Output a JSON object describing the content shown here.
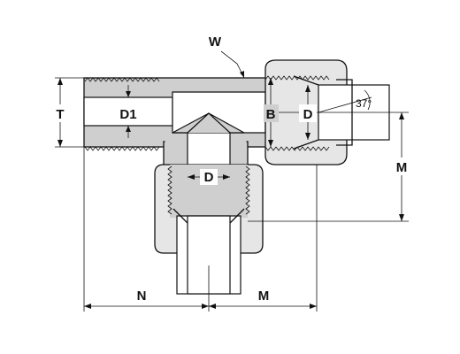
{
  "labels": {
    "w": "W",
    "t": "T",
    "d1": "D1",
    "b": "B",
    "d_run": "D",
    "d_branch": "D",
    "angle": "37°",
    "m_right": "M",
    "n": "N",
    "m_bottom": "M"
  },
  "colors": {
    "body_fill": "#cfcfcf",
    "line": "#111111",
    "background": "#ffffff"
  }
}
